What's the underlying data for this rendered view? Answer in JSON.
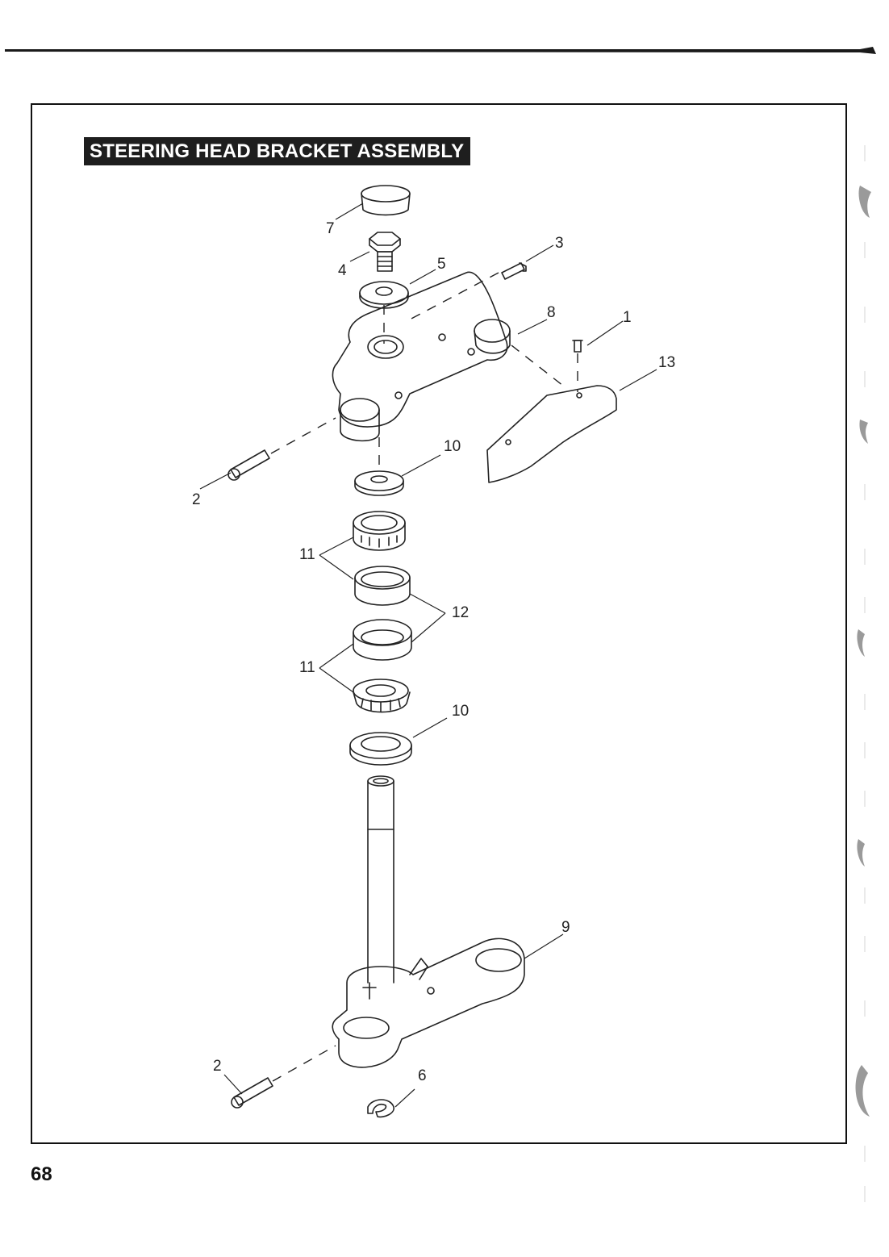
{
  "page": {
    "title": "STEERING HEAD BRACKET ASSEMBLY",
    "page_number": "68"
  },
  "callouts": {
    "c1": "1",
    "c2a": "2",
    "c2b": "2",
    "c3": "3",
    "c4": "4",
    "c5": "5",
    "c6": "6",
    "c7": "7",
    "c8": "8",
    "c9": "9",
    "c10a": "10",
    "c10b": "10",
    "c11a": "11",
    "c11b": "11",
    "c12": "12",
    "c13": "13"
  },
  "colors": {
    "ink": "#222222",
    "title_bg": "#1e1e1e",
    "title_fg": "#ffffff",
    "paper": "#ffffff"
  }
}
